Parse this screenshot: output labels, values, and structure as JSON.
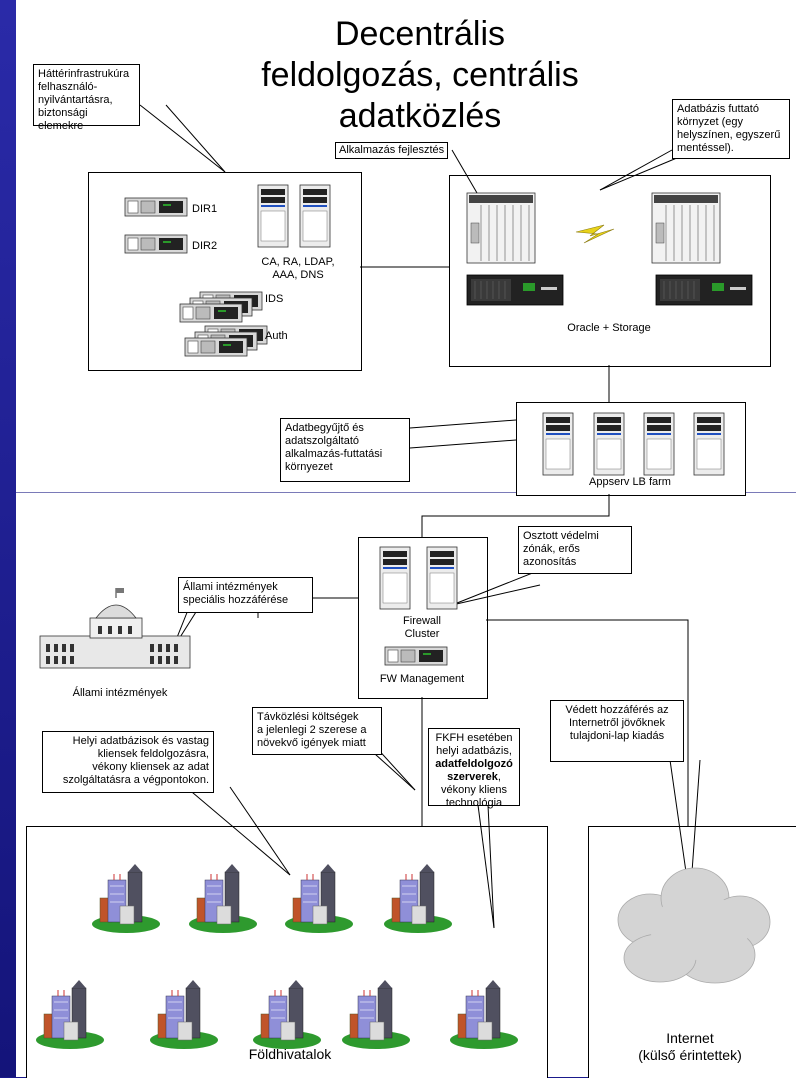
{
  "title": [
    "Decentrális",
    "feldolgozás, centrális",
    "adatközlés"
  ],
  "notes": {
    "backend_infra": [
      "Háttérinfrastrukúra",
      "felhasználó-",
      "nyilvántartásra,",
      "biztonsági elemekre"
    ],
    "db_env": [
      "Adatbázis futtató",
      "környzet (egy",
      "helyszínen, egyszerű",
      "mentéssel)."
    ],
    "app_dev": "Alkalmazás fejlesztés",
    "collector": [
      "Adatbegyűjtő és",
      "adatszolgáltató",
      "alkalmazás-futtatási",
      "környezet"
    ],
    "distributed": [
      "Osztott védelmi",
      "zónák, erős",
      "azonosítás"
    ],
    "state_access": [
      "Állami intézmények",
      "speciális hozzáférése"
    ],
    "telecom": [
      "Távközlési költségek",
      "a jelenlegi 2 szerese a",
      "növekvő igények miatt"
    ],
    "local_db": [
      "Helyi adatbázisok és vastag",
      "kliensek feldolgozásra,",
      "vékony kliensek az adat",
      "szolgáltatásra a végpontokon."
    ],
    "fkfh_pre": "FKFH esetében helyi adatbázis, ",
    "fkfh_bold": "adatfeldolgozó szerverek",
    "fkfh_post": ", vékony kliens technológia",
    "protected": [
      "Védett hozzáférés az",
      "Internetről jövőknek",
      "tulajdoni-lap kiadás"
    ]
  },
  "labels": {
    "dir1": "DIR1",
    "dir2": "DIR2",
    "ca_ra": [
      "CA, RA, LDAP,",
      "AAA, DNS"
    ],
    "ids": "IDS",
    "auth": "Auth",
    "oracle": "Oracle + Storage",
    "appserv": "Appserv LB farm",
    "firewall": [
      "Firewall",
      "Cluster"
    ],
    "fw_mgmt": "FW Management",
    "state_inst": "Állami intézmények",
    "foldhivatalok": "Földhivatalok",
    "internet": [
      "Internet",
      "(külső érintettek)"
    ]
  },
  "colors": {
    "background": "#1a1a8c",
    "canvas": "#ffffff",
    "divider": "#7a7ab8",
    "lightning": "#e8d21a",
    "site_ground": "#2e9a2e"
  }
}
